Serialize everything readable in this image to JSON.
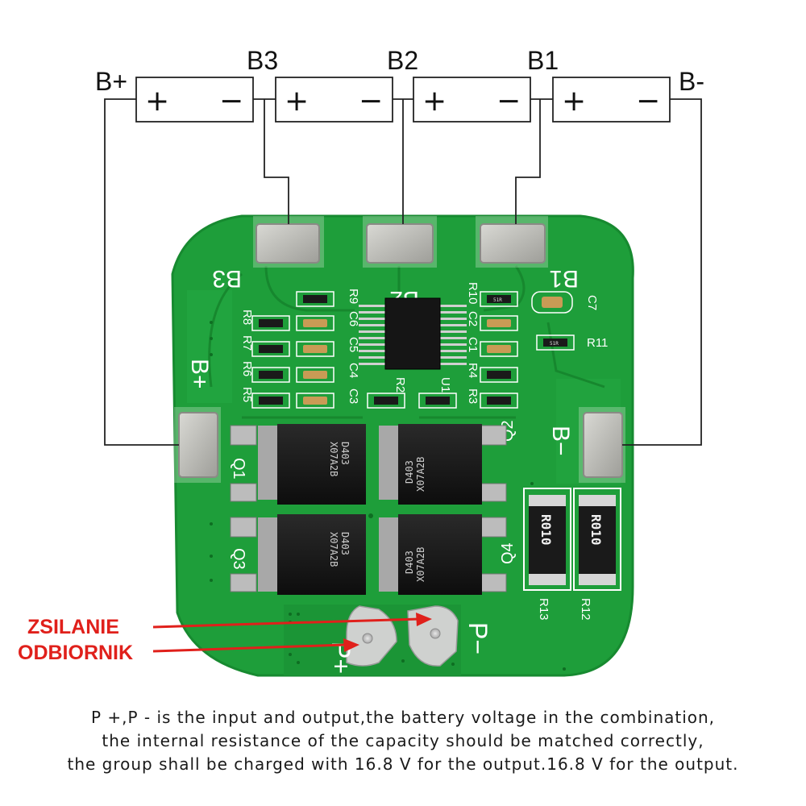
{
  "wiring": {
    "labels": {
      "b_plus": "B+",
      "b3": "B3",
      "b2": "B2",
      "b1": "B1",
      "b_minus": "B-"
    },
    "cells": [
      {
        "plus": "+",
        "minus": "−"
      },
      {
        "plus": "+",
        "minus": "−"
      },
      {
        "plus": "+",
        "minus": "−"
      },
      {
        "plus": "+",
        "minus": "−"
      }
    ]
  },
  "board": {
    "pads": {
      "b3": "B3",
      "b2": "B2",
      "b1": "B1",
      "b_plus": "B+",
      "b_minus": "B−",
      "p_plus": "P+",
      "p_minus": "P−"
    },
    "designators": {
      "r8": "R8",
      "r7": "R7",
      "r6": "R6",
      "r5": "R5",
      "c6": "C6",
      "c5": "C5",
      "c4": "C4",
      "c3": "C3",
      "r9": "R9",
      "r10": "R10",
      "c2": "C2",
      "c1": "C1",
      "r4": "R4",
      "r3": "R3",
      "r2": "R2",
      "u1": "U1",
      "r11": "R11",
      "r12": "R12",
      "r13": "R13",
      "c7": "C7",
      "q1": "Q1",
      "q2": "Q2",
      "q3": "Q3",
      "q4": "Q4"
    },
    "mosfet_marking": [
      "D403",
      "X07A2B"
    ],
    "shunt_marking": "R010",
    "small_resistor_marking": "51R"
  },
  "annotations": {
    "zsilanie": "ZSILANIE",
    "odbiornik": "ODBIORNIK",
    "arrow_color": "#e0201b"
  },
  "caption": {
    "line1": "P +,P -  is the input and output,the battery voltage in the combination,",
    "line2": "the internal resistance of the capacity should be matched correctly,",
    "line3": "the group shall be charged with 16.8 V for the output.16.8 V for the output."
  },
  "colors": {
    "pcb_green": "#1e9e3a",
    "pcb_edge": "#178a30",
    "pad_silver": "#b9b9b4",
    "label_red": "#e0201b"
  }
}
